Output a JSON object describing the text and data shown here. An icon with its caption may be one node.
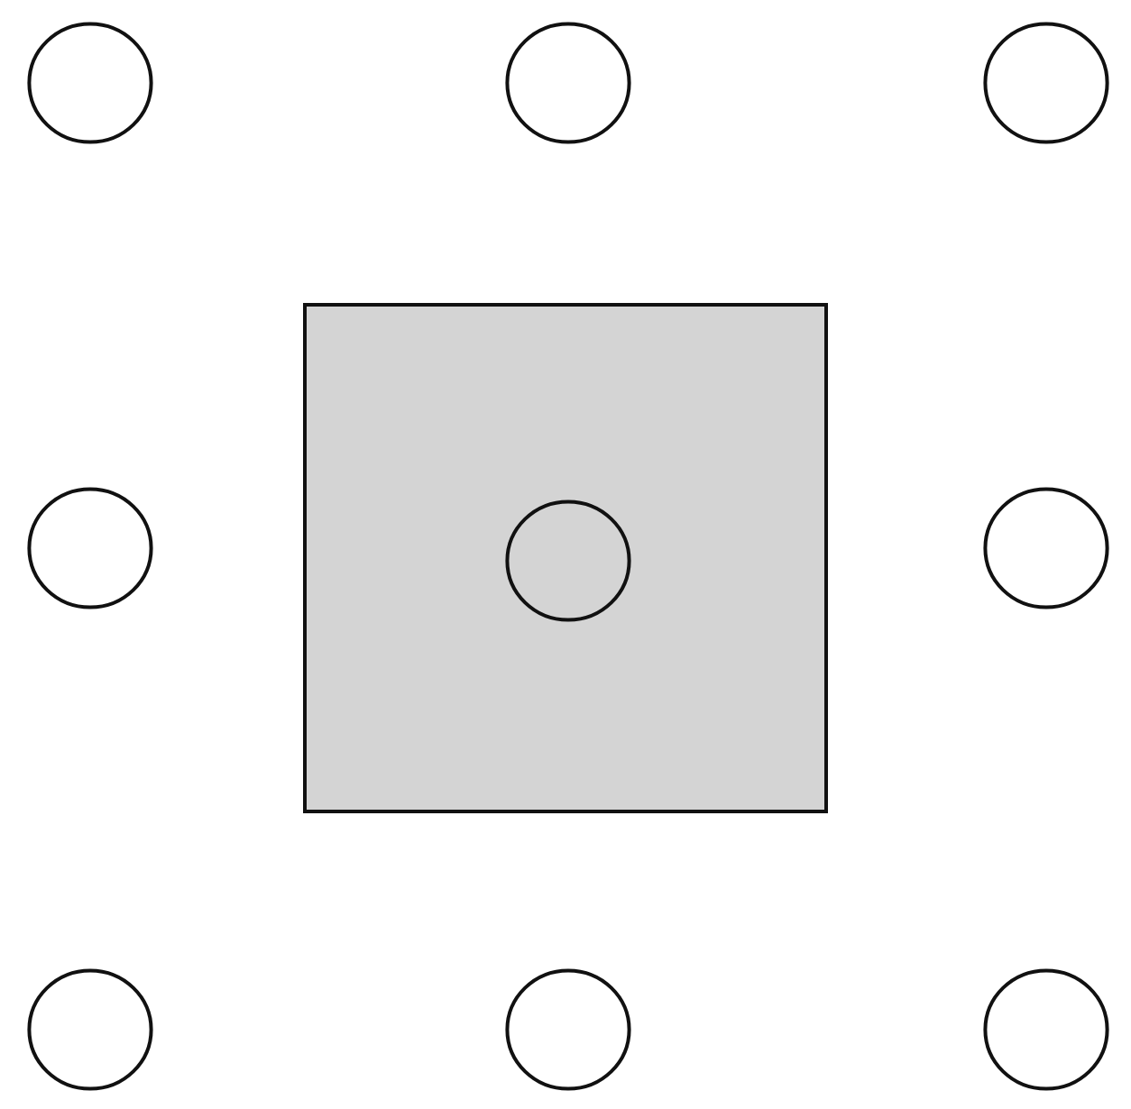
{
  "diagram": {
    "nodes": [
      {
        "text": [],
        "shape": "circle"
      },
      {
        "text": [],
        "shape": "circle"
      },
      {
        "text": [],
        "shape": "circle"
      },
      {
        "text": [],
        "shape": "circle"
      },
      {
        "text": [],
        "shape": "box"
      },
      {
        "text": [],
        "shape": "circle",
        "in": 4
      },
      {
        "text": [],
        "shape": "circle"
      },
      {
        "text": [],
        "shape": "circle"
      },
      {
        "text": [],
        "shape": "circle"
      },
      {
        "text": [],
        "shape": "circle"
      }
    ]
  }
}
